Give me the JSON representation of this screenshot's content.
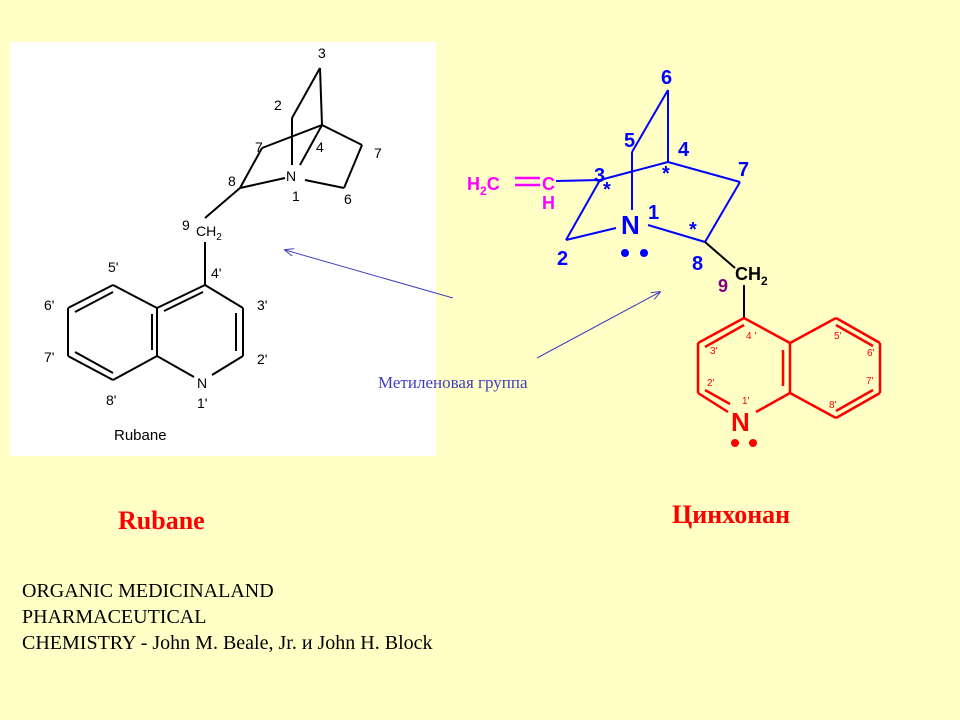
{
  "rubane": {
    "atom_labels": {
      "c3": "3",
      "c2": "2",
      "c4": "4",
      "c7": "7",
      "c8": "8",
      "n1": "N",
      "n1_num": "1",
      "c6": "6",
      "c9": "9",
      "ch2": "CH",
      "ch2_sub": "2",
      "c5p": "5'",
      "c4p": "4'",
      "c6p": "6'",
      "c3p": "3'",
      "c7p": "7'",
      "c2p": "2'",
      "c8p": "8'",
      "n1p": "N",
      "n1p_num": "1'"
    },
    "name": "Rubane",
    "caption": "Rubane"
  },
  "cinchonan": {
    "atom_labels": {
      "c6": "6",
      "c5": "5",
      "c4": "4",
      "c7": "7",
      "c3": "3",
      "n1": "N",
      "n1_num": "1",
      "c2": "2",
      "c8": "8",
      "c9": "9",
      "ch2": "CH",
      "ch2_sub": "2",
      "vinyl_h2c": "H",
      "vinyl_h2c_sub": "2",
      "vinyl_c1": "C",
      "vinyl_c2": "C",
      "vinyl_h": "H",
      "star": "*",
      "c4p": "4 '",
      "c5p": "5'",
      "c3p": "3'",
      "c6p": "6'",
      "c2p": "2'",
      "c7p": "7'",
      "n1p_num": "1'",
      "c8p": "8'",
      "n1p": "N"
    },
    "caption": "Цинхонан"
  },
  "annotation": "Метиленовая группа",
  "reference": [
    "ORGANIC MEDICINALAND",
    "PHARMACEUTICAL",
    "CHEMISTRY - John M. Beale, Jr. и John H. Block"
  ],
  "colors": {
    "background": "#ffffc6",
    "blue": "#0000ff",
    "red": "#ff0000",
    "magenta": "#ff00ff",
    "purple": "#800080",
    "arrow": "#4040c0"
  }
}
